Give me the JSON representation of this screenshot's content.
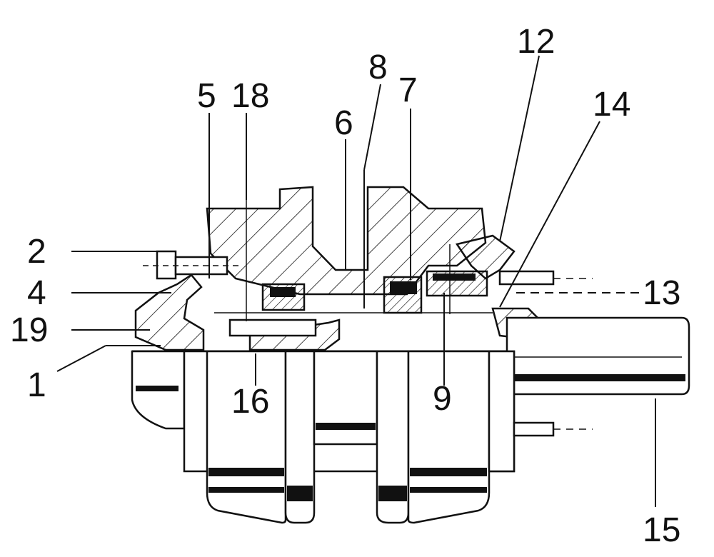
{
  "figure": {
    "callouts": [
      {
        "id": "1",
        "text": "1"
      },
      {
        "id": "2",
        "text": "2"
      },
      {
        "id": "4",
        "text": "4"
      },
      {
        "id": "5",
        "text": "5"
      },
      {
        "id": "6",
        "text": "6"
      },
      {
        "id": "7",
        "text": "7"
      },
      {
        "id": "8",
        "text": "8"
      },
      {
        "id": "9",
        "text": "9"
      },
      {
        "id": "12",
        "text": "12"
      },
      {
        "id": "13",
        "text": "13"
      },
      {
        "id": "14",
        "text": "14"
      },
      {
        "id": "15",
        "text": "15"
      },
      {
        "id": "16",
        "text": "16"
      },
      {
        "id": "18",
        "text": "18"
      },
      {
        "id": "19",
        "text": "19"
      }
    ]
  }
}
